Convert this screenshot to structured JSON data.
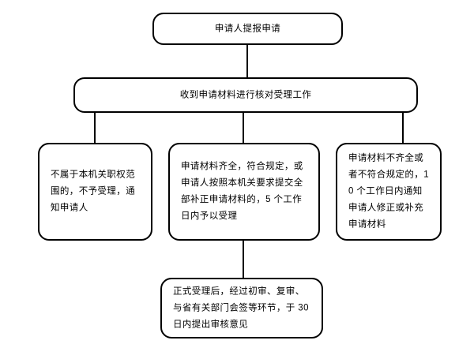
{
  "diagram": {
    "title": "",
    "stroke_color": "#000000",
    "fill_color": "#ffffff",
    "nodes": [
      {
        "id": "apply",
        "label": "申请人提报申请"
      },
      {
        "id": "receive",
        "label": "收到申请材料进行核对受理工作"
      },
      {
        "id": "out-of-scope",
        "label": "不属于本机关职权范围的，不予受理，通知申请人"
      },
      {
        "id": "complete-accept",
        "label": "申请材料齐全，符合规定，或申请人按照本机关要求提交全部补正申请材料的，5 个工作日内予以受理"
      },
      {
        "id": "incomplete-notify",
        "label": "申请材料不齐全或者不符合规定的，10 个工作日内通知申请人修正或补充申请材料"
      },
      {
        "id": "review-opinion",
        "label": "正式受理后，经过初审、复审、与省有关部门会签等环节，于 30 日内提出审核意见"
      }
    ],
    "edges": [
      {
        "id": "apply-to-receive",
        "from": "apply",
        "to": "receive"
      },
      {
        "id": "receive-to-out-of-scope",
        "from": "receive",
        "to": "out-of-scope"
      },
      {
        "id": "receive-to-complete-accept",
        "from": "receive",
        "to": "complete-accept"
      },
      {
        "id": "receive-to-incomplete-notify",
        "from": "receive",
        "to": "incomplete-notify"
      },
      {
        "id": "complete-accept-to-review-opinion",
        "from": "complete-accept",
        "to": "review-opinion"
      }
    ]
  }
}
